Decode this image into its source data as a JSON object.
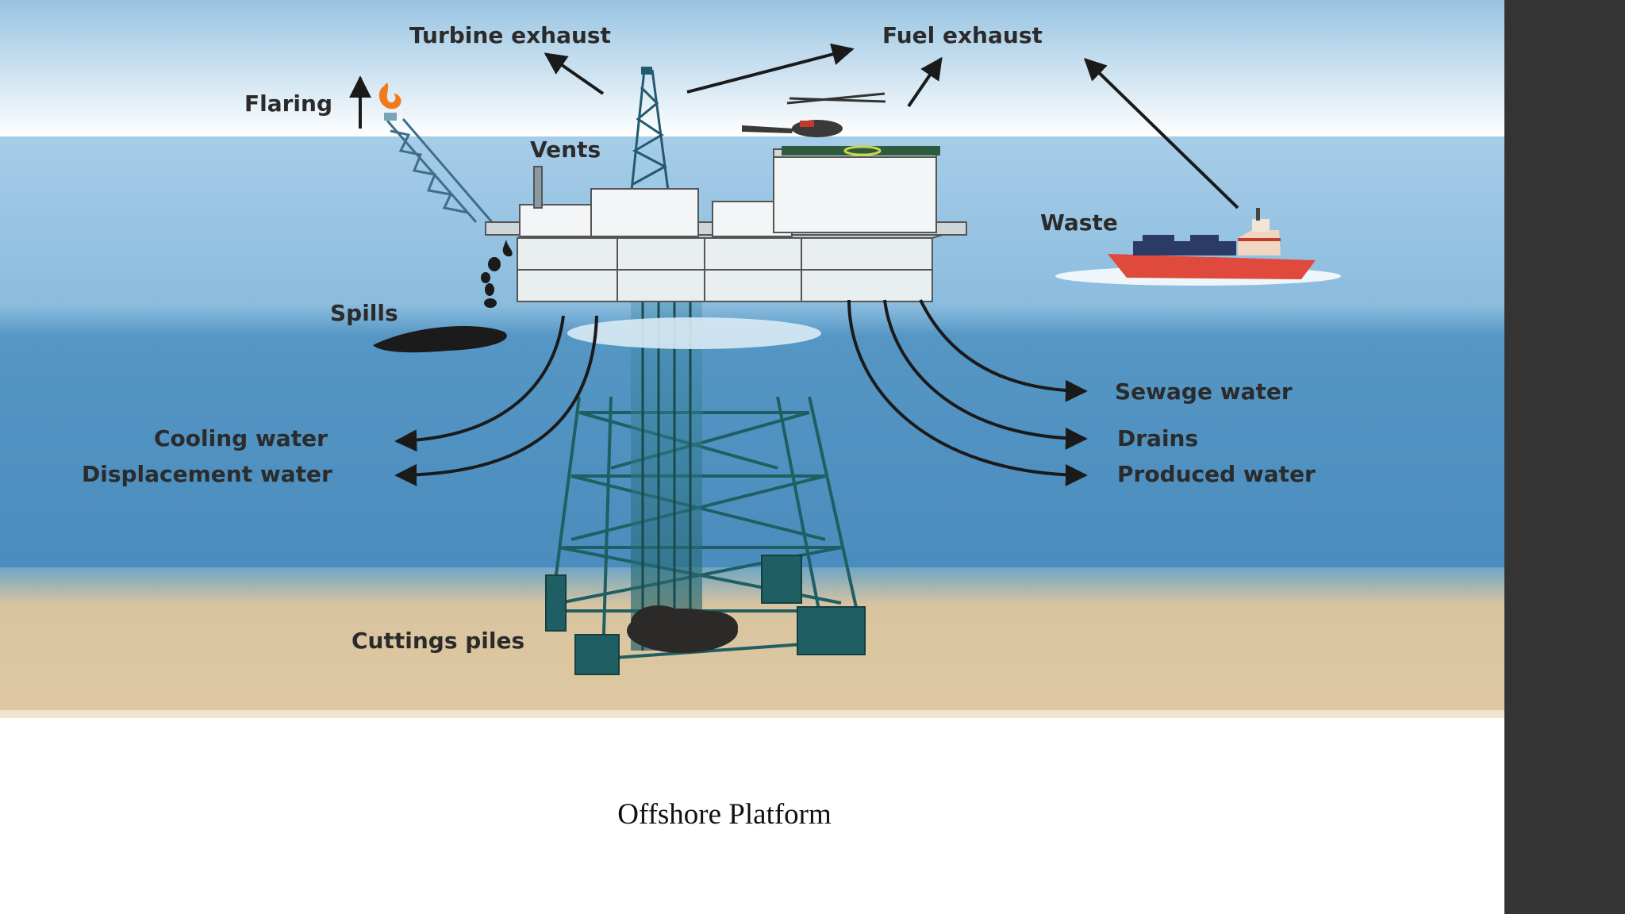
{
  "slide": {
    "caption": "Offshore Platform"
  },
  "diagram": {
    "labels": {
      "turbine_exhaust": "Turbine exhaust",
      "fuel_exhaust": "Fuel exhaust",
      "flaring": "Flaring",
      "vents": "Vents",
      "waste": "Waste",
      "spills": "Spills",
      "cooling_water": "Cooling water",
      "displacement_water": "Displacement water",
      "sewage_water": "Sewage water",
      "drains": "Drains",
      "produced_water": "Produced water",
      "cuttings_piles": "Cuttings piles"
    },
    "icons": [
      "helicopter-icon",
      "ship-icon",
      "flare-flame-icon",
      "oil-spill-icon"
    ]
  },
  "colors": {
    "sky_top": "#9ec8e3",
    "sky_bottom": "#ffffff",
    "sea_surface": "#a9cfe8",
    "sea_deep": "#4f90bf",
    "seabed": "#dcc59e",
    "jacket_structure": "#1f5f63",
    "ship_hull": "#e04a3c",
    "side_bar": "#343434"
  }
}
